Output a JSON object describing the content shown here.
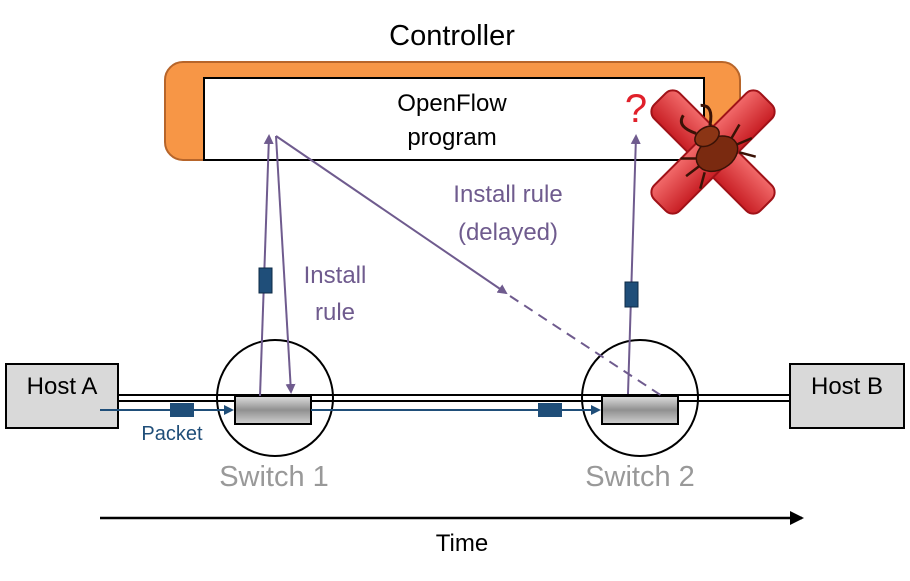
{
  "controller": {
    "title": "Controller",
    "program_line1": "OpenFlow",
    "program_line2": "program"
  },
  "question_mark": "?",
  "bug_icon": "bug-with-red-x-icon",
  "arrows": {
    "install_rule_line1": "Install",
    "install_rule_line2": "rule",
    "install_rule_delayed_line1": "Install rule",
    "install_rule_delayed_line2": "(delayed)"
  },
  "hosts": {
    "a": "Host A",
    "b": "Host B"
  },
  "switches": {
    "s1": "Switch 1",
    "s2": "Switch 2"
  },
  "packet_label": "Packet",
  "time_label": "Time",
  "colors": {
    "controller_orange": "#F79646",
    "controller_border": "#B7652A",
    "purple": "#6F5B8E",
    "blue": "#1F4E79",
    "gray_text": "#999999",
    "red": "#E0202A"
  }
}
